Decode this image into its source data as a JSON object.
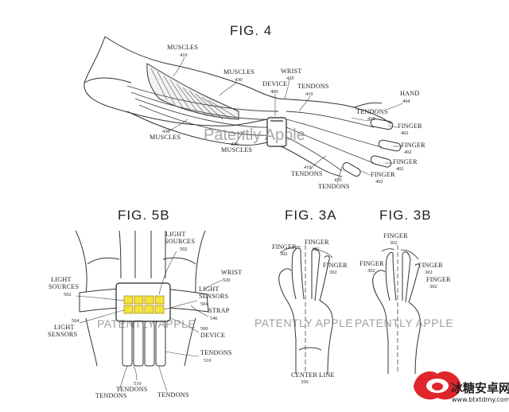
{
  "fig4": {
    "title": "FIG. 4",
    "muscles_a": "MUSCLES",
    "muscles_a_num": "410",
    "muscles_b": "MUSCLES",
    "muscles_b_num": "430",
    "wrist": "WRIST",
    "wrist_num": "420",
    "device": "DEVICE",
    "device_num": "400",
    "tendons_top": "TENDONS",
    "tendons_top_num": "410",
    "hand": "HAND",
    "hand_num": "404",
    "tendons_right": "TENDONS",
    "tendons_right_num": "410",
    "muscles_c_num": "430",
    "muscles_c": "MUSCLES",
    "muscles_d_num": "430",
    "muscles_d": "MUSCLES",
    "finger1": "FINGER",
    "finger1_num": "402",
    "finger2": "FINGER",
    "finger2_num": "402",
    "finger3": "FINGER",
    "finger3_num": "402",
    "finger4": "FINGER",
    "finger4_num": "402",
    "tendons_b1_num": "410",
    "tendons_b1": "TENDONS",
    "tendons_b2_num": "410",
    "tendons_b2": "TENDONS",
    "watermark": "Patently Apple"
  },
  "fig5b": {
    "title": "FIG. 5B",
    "light_sources_top": "LIGHT",
    "light_sources_top2": "SOURCES",
    "light_sources_top_num": "502",
    "wrist": "WRIST",
    "wrist_num": "520",
    "light_sources_left": "LIGHT",
    "light_sources_left2": "SOURCES",
    "light_sources_left_num": "502",
    "light_sensors_right": "LIGHT",
    "light_sensors_right2": "SENSORS",
    "light_sensors_right_num": "504",
    "strap": "STRAP",
    "strap_num": "546",
    "light_sensors_left_num": "504",
    "light_sensors_left": "LIGHT",
    "light_sensors_left2": "SENSORS",
    "device_num": "500",
    "device": "DEVICE",
    "tendons_right": "TENDONS",
    "tendons_right_num": "510",
    "tendons_b_num": "510",
    "tendons_b1": "TENDONS",
    "tendons_b2": "TENDONS",
    "tendons_b3": "TENDONS",
    "watermark": "PATENTLY APPLE"
  },
  "fig3a": {
    "title": "FIG. 3A",
    "finger_l": "FINGER",
    "finger_l_num": "302",
    "finger_m": "FINGER",
    "finger_m_num": "302",
    "finger_r": "FINGER",
    "finger_r_num": "302",
    "center_line": "CENTER LINE",
    "center_line_num": "350",
    "watermark": "PATENTLY APPLE"
  },
  "fig3b": {
    "title": "FIG. 3B",
    "finger_top": "FINGER",
    "finger_top_num": "302",
    "finger_l": "FINGER",
    "finger_l_num": "302",
    "finger_r1": "FINGER",
    "finger_r1_num": "302",
    "finger_r2": "FINGER",
    "finger_r2_num": "302",
    "watermark": "PATENTLY APPLE"
  },
  "logo": {
    "name": "冰糖安卓网",
    "url": "www.btxtdmy.com",
    "accent": "#e0262a"
  }
}
